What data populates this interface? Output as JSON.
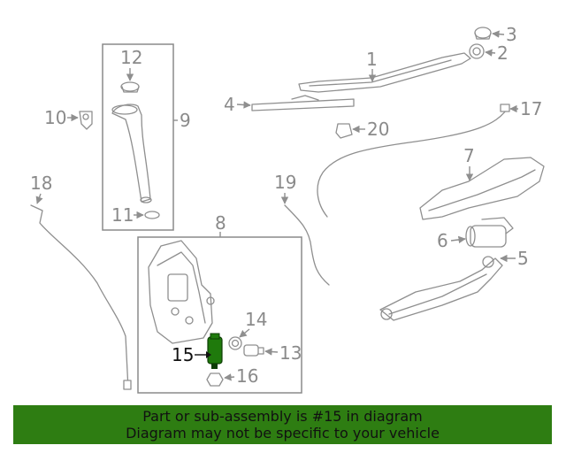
{
  "callouts": {
    "c1": "1",
    "c2": "2",
    "c3": "3",
    "c4": "4",
    "c5": "5",
    "c6": "6",
    "c7": "7",
    "c8": "8",
    "c9": "9",
    "c10": "10",
    "c11": "11",
    "c12": "12",
    "c13": "13",
    "c14": "14",
    "c15": "15",
    "c16": "16",
    "c17": "17",
    "c18": "18",
    "c19": "19",
    "c20": "20"
  },
  "highlight": {
    "part": "15",
    "color": "#1f7a0c"
  },
  "banner": {
    "line1": "Part or sub-assembly is #15 in diagram",
    "line2": "Diagram may not be specific to your vehicle",
    "color": "#2e7d12"
  }
}
